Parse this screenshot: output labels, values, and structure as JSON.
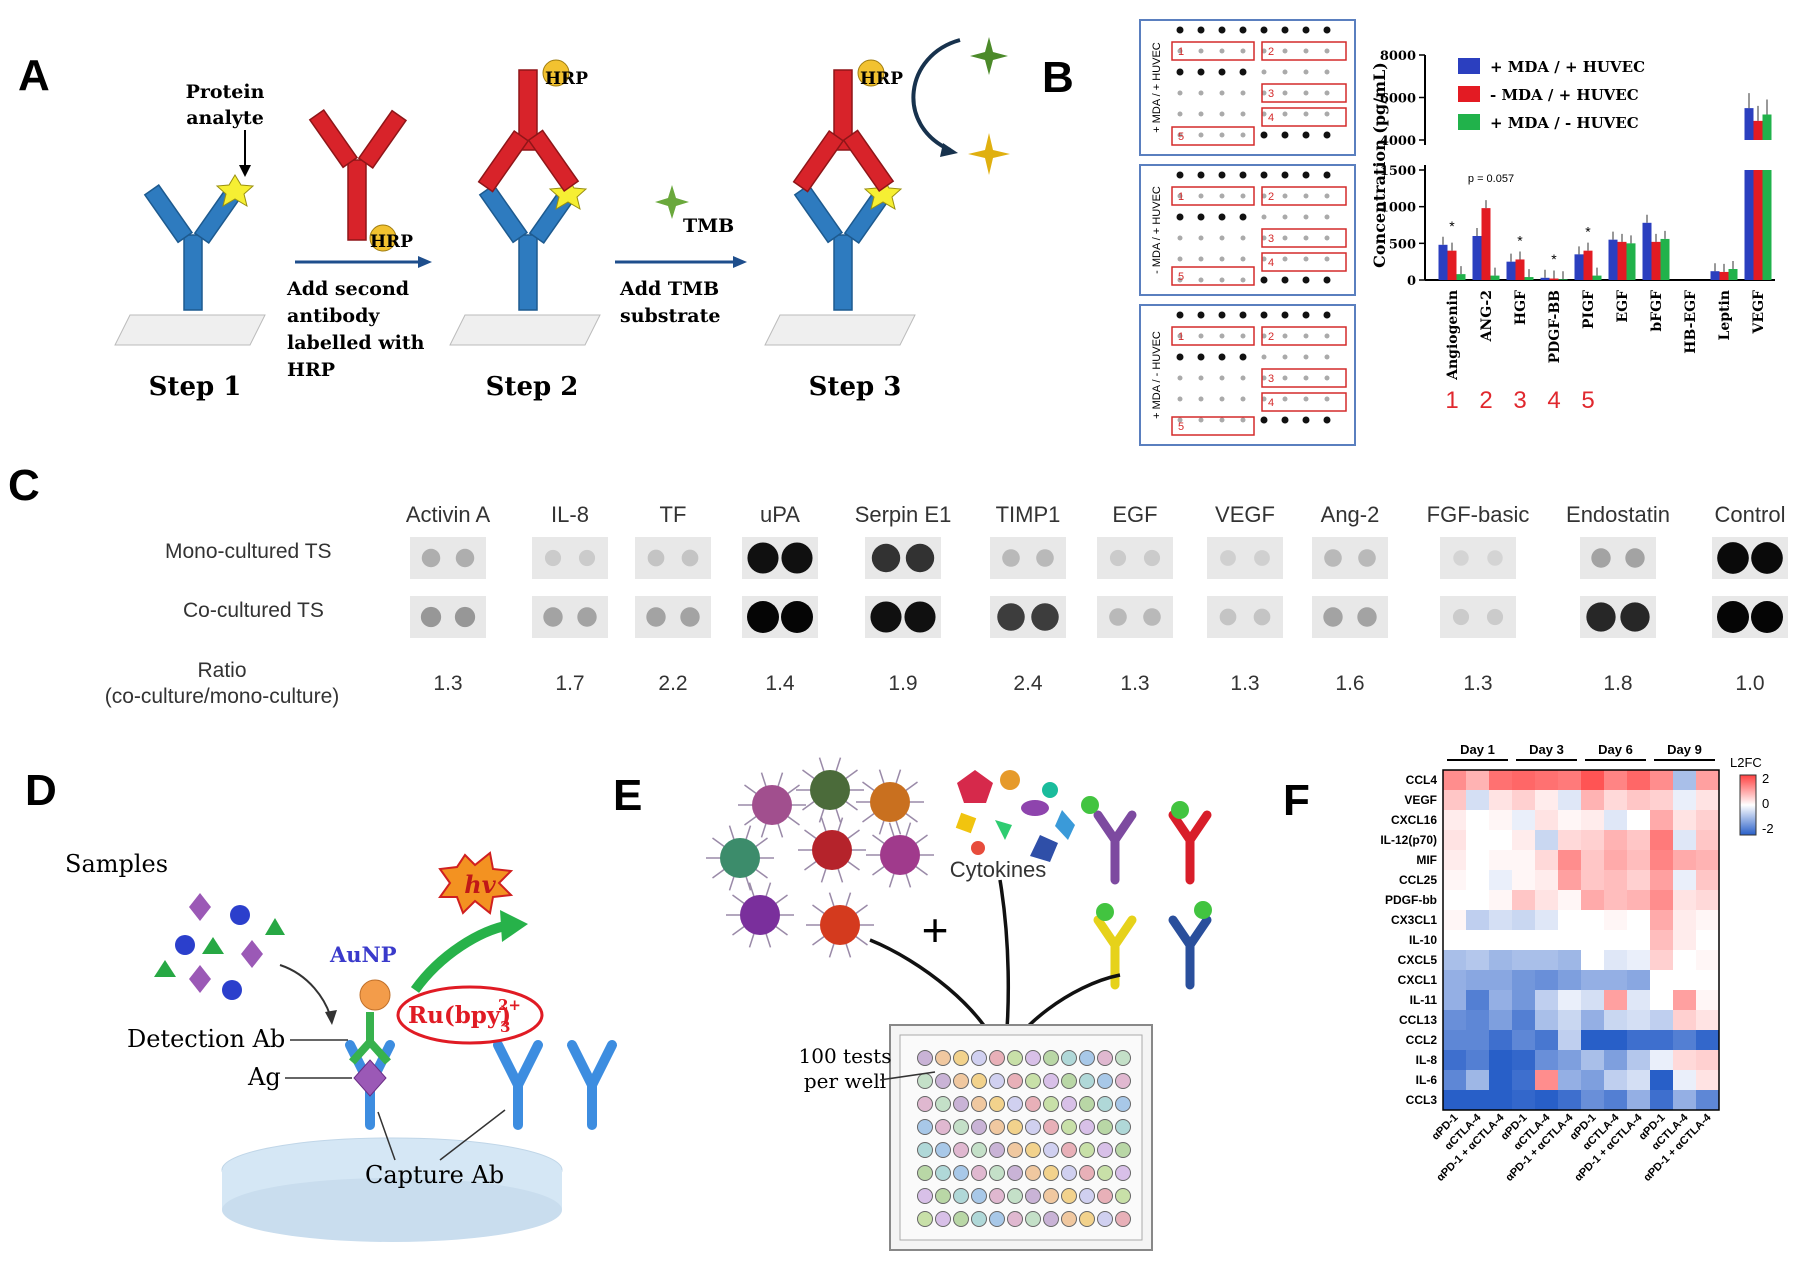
{
  "panel_letters": {
    "a": "A",
    "b": "B",
    "c": "C",
    "d": "D",
    "e": "E",
    "f": "F"
  },
  "panel_a": {
    "protein_analyte_l1": "Protein",
    "protein_analyte_l2": "analyte",
    "hrp": "HRP",
    "arrow1_l1": "Add second",
    "arrow1_l2": "antibody",
    "arrow1_l3": "labelled with",
    "arrow1_l4": "HRP",
    "tmb": "TMB",
    "arrow2_l1": "Add TMB",
    "arrow2_l2": "substrate",
    "step1": "Step 1",
    "step2": "Step 2",
    "step3": "Step 3",
    "colors": {
      "capture": "#2e7bbf",
      "detect": "#d8232a",
      "hrp": "#f2c230"
    }
  },
  "panel_b": {
    "blot_labels": [
      "+ MDA / + HUVEC",
      "- MDA / + HUVEC",
      "+ MDA / - HUVEC"
    ],
    "box_labels": [
      "1",
      "2",
      "3",
      "4",
      "5"
    ],
    "chart_data": {
      "type": "bar",
      "categories": [
        "Angiogenin",
        "ANG-2",
        "HGF",
        "PDGF-BB",
        "PIGF",
        "EGF",
        "bFGF",
        "HB-EGF",
        "Leptin",
        "VEGF"
      ],
      "series": [
        {
          "name": "+ MDA / + HUVEC",
          "color": "#2b3fbf",
          "values": [
            480,
            600,
            250,
            30,
            350,
            550,
            780,
            0,
            120,
            5500
          ]
        },
        {
          "name": "- MDA / + HUVEC",
          "color": "#e31b23",
          "values": [
            400,
            980,
            280,
            20,
            400,
            520,
            520,
            0,
            110,
            4900
          ]
        },
        {
          "name": "+ MDA / - HUVEC",
          "color": "#21b24b",
          "values": [
            80,
            60,
            40,
            10,
            60,
            500,
            560,
            0,
            150,
            5200
          ]
        }
      ],
      "ylabel": "Concentration (pg/mL)",
      "yticks_low": [
        "0",
        "500",
        "1000",
        "1500"
      ],
      "yticks_high": [
        "4000",
        "6000",
        "8000"
      ],
      "annotation": "p = 0.057",
      "sig": "*",
      "numbers": [
        "1",
        "2",
        "3",
        "4",
        "5"
      ]
    }
  },
  "panel_c": {
    "headers": [
      "Activin A",
      "IL-8",
      "TF",
      "uPA",
      "Serpin E1",
      "TIMP1",
      "EGF",
      "VEGF",
      "Ang-2",
      "FGF-basic",
      "Endostatin",
      "Control"
    ],
    "row_mono": "Mono-cultured TS",
    "row_co": "Co-cultured TS",
    "ratio_l1": "Ratio",
    "ratio_l2": "(co-culture/mono-culture)",
    "ratios": [
      "1.3",
      "1.7",
      "2.2",
      "1.4",
      "1.9",
      "2.4",
      "1.3",
      "1.3",
      "1.6",
      "1.3",
      "1.8",
      "1.0"
    ],
    "mono_intensity": [
      0.25,
      0.12,
      0.15,
      0.95,
      0.8,
      0.2,
      0.12,
      0.1,
      0.2,
      0.08,
      0.3,
      0.98
    ],
    "co_intensity": [
      0.35,
      0.3,
      0.3,
      1.0,
      0.95,
      0.75,
      0.2,
      0.15,
      0.3,
      0.12,
      0.85,
      1.0
    ]
  },
  "panel_d": {
    "samples": "Samples",
    "aunp": "AuNP",
    "hv": "hv",
    "ru": "Ru(bpy)",
    "ru_sup": "2+",
    "ru_sub": "3",
    "detection": "Detection Ab",
    "ag": "Ag",
    "capture": "Capture Ab"
  },
  "panel_e": {
    "cytokines": "Cytokines",
    "tests_l1": "100 tests",
    "tests_l2": "per well",
    "plus": "+"
  },
  "panel_f": {
    "days": [
      "Day 1",
      "Day 3",
      "Day 6",
      "Day 9"
    ],
    "legend_title": "L2FC",
    "legend_ticks": [
      "2",
      "0",
      "-2"
    ],
    "rows": [
      "CCL4",
      "VEGF",
      "CXCL16",
      "IL-12(p70)",
      "MIF",
      "CCL25",
      "PDGF-bb",
      "CX3CL1",
      "IL-10",
      "CXCL5",
      "CXCL1",
      "IL-11",
      "CCL13",
      "CCL2",
      "IL-8",
      "IL-6",
      "CCL3"
    ],
    "cols": [
      "αPD-1",
      "αCTLA-4",
      "αPD-1 + αCTLA-4",
      "αPD-1",
      "αCTLA-4",
      "αPD-1 + αCTLA-4",
      "αPD-1",
      "αCTLA-4",
      "αPD-1 + αCTLA-4",
      "αPD-1",
      "αCTLA-4",
      "αPD-1 + αCTLA-4"
    ],
    "values": [
      [
        1.2,
        0.8,
        1.5,
        1.6,
        1.5,
        1.4,
        1.8,
        1.3,
        1.6,
        1.2,
        -0.8,
        1.0
      ],
      [
        0.6,
        -0.4,
        0.3,
        0.5,
        0.2,
        -0.3,
        0.8,
        0.4,
        0.6,
        0.5,
        -0.2,
        0.3
      ],
      [
        0.2,
        0,
        0.1,
        -0.2,
        0.3,
        0.1,
        0.2,
        -0.3,
        0,
        0.9,
        0.3,
        0.5
      ],
      [
        0.3,
        0,
        0,
        0.2,
        -0.5,
        0.4,
        0.5,
        0.8,
        0.6,
        1.4,
        -0.3,
        0.6
      ],
      [
        0.2,
        0,
        0.1,
        0.1,
        0.4,
        1.2,
        0.6,
        0.9,
        0.7,
        1.3,
        0.9,
        0.8
      ],
      [
        0.1,
        0,
        -0.2,
        0.1,
        0.2,
        1.0,
        0.6,
        0.7,
        0.5,
        1.0,
        -0.2,
        0.6
      ],
      [
        0,
        0,
        0.1,
        0.6,
        0.3,
        0.1,
        0.9,
        0.7,
        0.8,
        1.2,
        0.3,
        0.4
      ],
      [
        0.1,
        -0.6,
        -0.4,
        -0.5,
        -0.3,
        0,
        0,
        0.1,
        0,
        0.9,
        0.2,
        0.1
      ],
      [
        0,
        0,
        0,
        0,
        0,
        0,
        0,
        0,
        0,
        0.7,
        0.2,
        0
      ],
      [
        -0.8,
        -0.7,
        -0.9,
        -0.8,
        -0.8,
        -0.9,
        0,
        -0.3,
        -0.2,
        0.5,
        0,
        0.1
      ],
      [
        -1.0,
        -1.1,
        -1.1,
        -1.3,
        -1.4,
        -1.2,
        -1.0,
        -1.0,
        -1.1,
        0,
        0,
        0
      ],
      [
        -1.0,
        -1.6,
        -1.0,
        -1.3,
        -0.6,
        -0.2,
        -0.4,
        1.0,
        -0.3,
        0,
        1.0,
        0.1
      ],
      [
        -1.4,
        -1.5,
        -1.2,
        -1.6,
        -0.8,
        -0.5,
        -1.0,
        -0.5,
        -0.4,
        -0.6,
        0.5,
        0.3
      ],
      [
        -1.5,
        -1.5,
        -1.8,
        -1.5,
        -1.7,
        -0.6,
        -2.0,
        -2.0,
        -1.8,
        -1.8,
        -1.6,
        -1.9
      ],
      [
        -1.8,
        -1.6,
        -2.0,
        -1.9,
        -1.4,
        -1.2,
        -0.8,
        -1.2,
        -0.7,
        -0.2,
        0.4,
        0.5
      ],
      [
        -1.5,
        -0.9,
        -2.0,
        -1.8,
        1.2,
        -1.0,
        -1.2,
        -0.6,
        -0.4,
        -2.0,
        -0.2,
        0.3
      ],
      [
        -2.0,
        -2.0,
        -2.2,
        -1.9,
        -2.0,
        -1.8,
        -1.4,
        -1.6,
        -1.0,
        -1.8,
        -1.0,
        -1.5
      ]
    ]
  }
}
